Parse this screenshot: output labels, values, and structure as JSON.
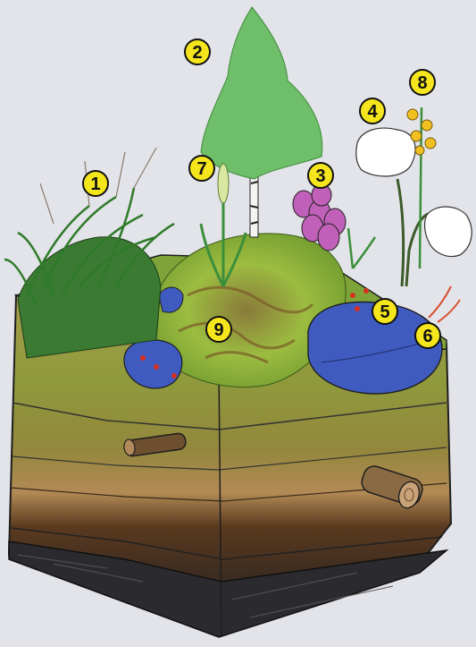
{
  "colors": {
    "background": "#e3e4e9",
    "marker_fill": "#f5e51c",
    "marker_stroke": "#111111",
    "water": "#3f5bbf",
    "moss": "#8fae3a",
    "peat_top": "#9c9a45",
    "peat_mid": "#7a8a32",
    "soil_brown": "#5a3a1f",
    "soil_dark": "#3a2a1e",
    "bedrock": "#2a2a2e",
    "birch_leaves": "#6fbf6a",
    "sedge": "#3c8f3a",
    "flower_pink": "#c060b8",
    "cottongrass": "#ffffff",
    "asphodel": "#f0c020"
  },
  "markers": [
    {
      "id": "marker-1",
      "label": "1"
    },
    {
      "id": "marker-2",
      "label": "2"
    },
    {
      "id": "marker-3",
      "label": "3"
    },
    {
      "id": "marker-4",
      "label": "4"
    },
    {
      "id": "marker-5",
      "label": "5"
    },
    {
      "id": "marker-6",
      "label": "6"
    },
    {
      "id": "marker-7",
      "label": "7"
    },
    {
      "id": "marker-8",
      "label": "8"
    },
    {
      "id": "marker-9",
      "label": "9"
    }
  ]
}
